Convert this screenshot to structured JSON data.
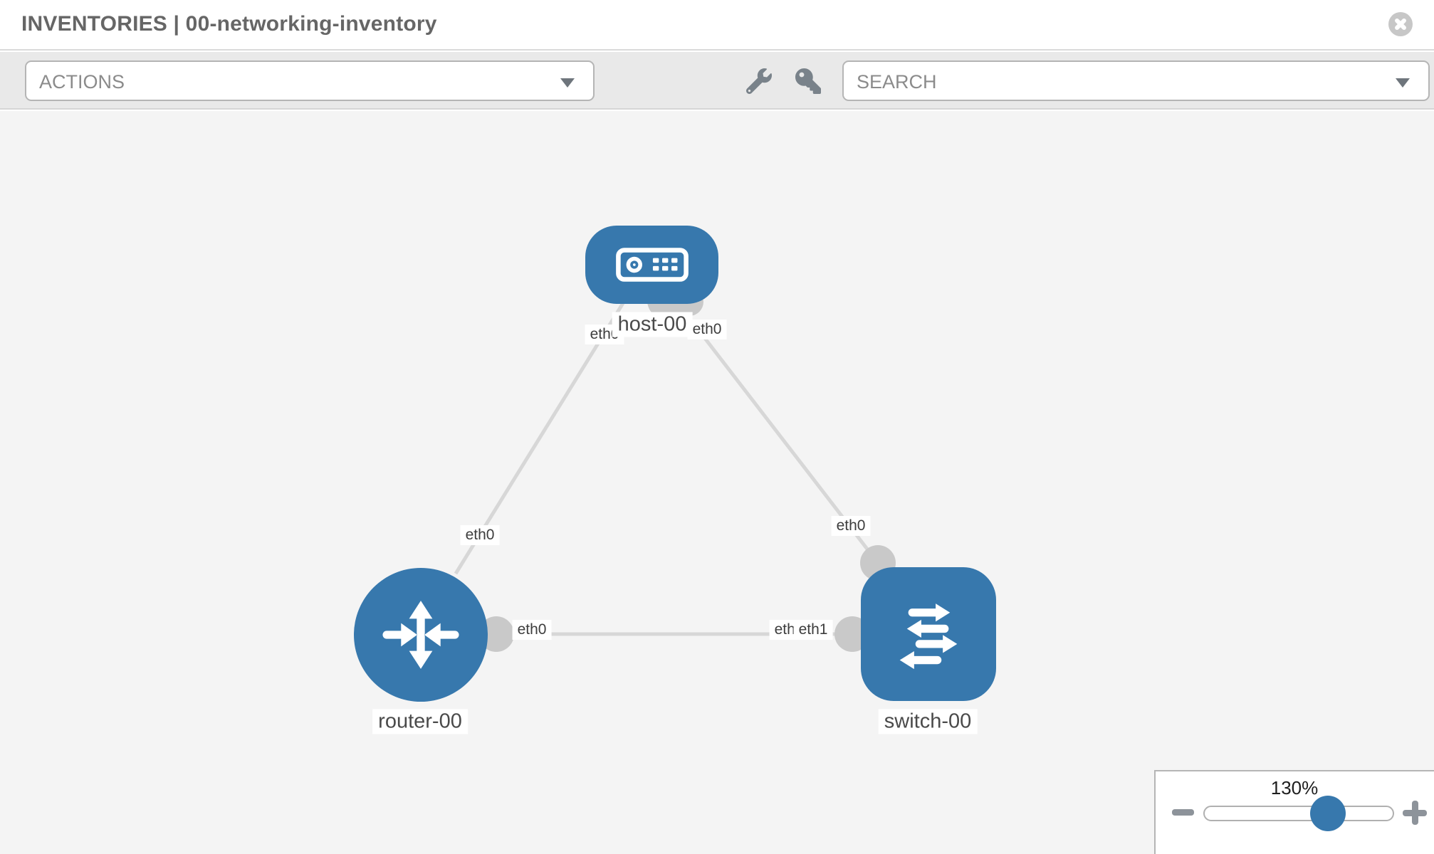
{
  "header": {
    "title": "INVENTORIES | 00-networking-inventory"
  },
  "toolbar": {
    "actions_label": "ACTIONS",
    "search_label": "SEARCH",
    "tools": [
      {
        "icon": "wrench"
      },
      {
        "icon": "key"
      }
    ]
  },
  "topology": {
    "nodes": [
      {
        "label": "host-00",
        "type": "host"
      },
      {
        "label": "router-00",
        "type": "router"
      },
      {
        "label": "switch-00",
        "type": "switch"
      }
    ],
    "links": [
      {
        "from": "host-00",
        "to": "router-00",
        "from_interface": "eth0",
        "to_interface": "eth0"
      },
      {
        "from": "host-00",
        "to": "switch-00",
        "from_interface": "eth0",
        "to_interface": "eth0"
      },
      {
        "from": "router-00",
        "to": "switch-00",
        "from_interface": "eth0",
        "to_interface": "eth1"
      }
    ],
    "interface_labels": {
      "host_router_at_host": "eth0",
      "host_router_at_router": "eth0",
      "host_switch_at_host": "eth0",
      "host_switch_at_switch": "eth0",
      "router_switch_at_router": "eth0",
      "router_switch_at_switch": "eth1",
      "router_switch_at_switch_overlapped": "eth0"
    }
  },
  "zoom_control": {
    "level": "130%",
    "zoom_out_icon": "minus",
    "zoom_in_icon": "plus"
  },
  "colors": {
    "node_fill": "#3778ad",
    "link": "#d7d7d7",
    "connector": "#c9c9c9",
    "slider_handle": "#3778ad"
  }
}
